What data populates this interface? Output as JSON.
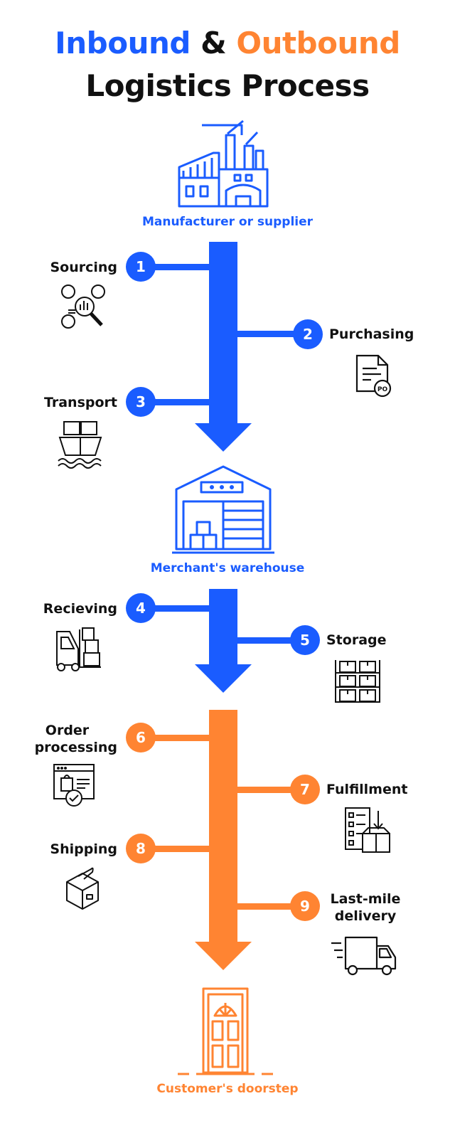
{
  "title": {
    "inbound": "Inbound",
    "amp": "&",
    "outbound": "Outbound",
    "line2": "Logistics Process"
  },
  "nodes": {
    "manufacturer": "Manufacturer or supplier",
    "warehouse": "Merchant's warehouse",
    "doorstep": "Customer's doorstep"
  },
  "steps": [
    {
      "num": "1",
      "label": "Sourcing"
    },
    {
      "num": "2",
      "label": "Purchasing"
    },
    {
      "num": "3",
      "label": "Transport"
    },
    {
      "num": "4",
      "label": "Recieving"
    },
    {
      "num": "5",
      "label": "Storage"
    },
    {
      "num": "6",
      "label_l1": "Order",
      "label_l2": "processing"
    },
    {
      "num": "7",
      "label": "Fulfillment"
    },
    {
      "num": "8",
      "label": "Shipping"
    },
    {
      "num": "9",
      "label_l1": "Last-mile",
      "label_l2": "delivery"
    }
  ],
  "colors": {
    "blue": "#1a5cff",
    "orange": "#ff8432",
    "icon": "#111111"
  }
}
